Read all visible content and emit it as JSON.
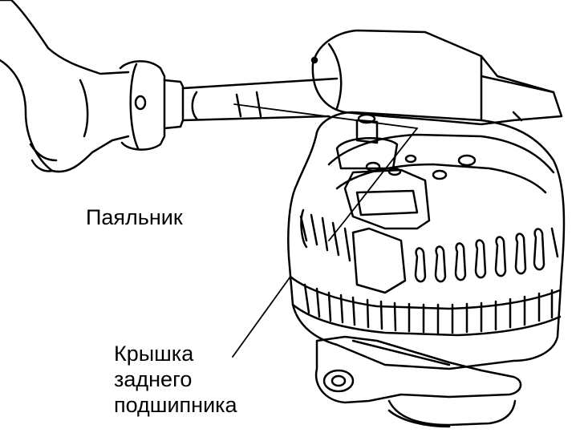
{
  "labels": {
    "soldering_iron": "Паяльник",
    "cover_line1": "Крышка",
    "cover_line2": "заднего",
    "cover_line3": "подшипника"
  },
  "colors": {
    "ink": "#000000",
    "paper": "#ffffff"
  }
}
